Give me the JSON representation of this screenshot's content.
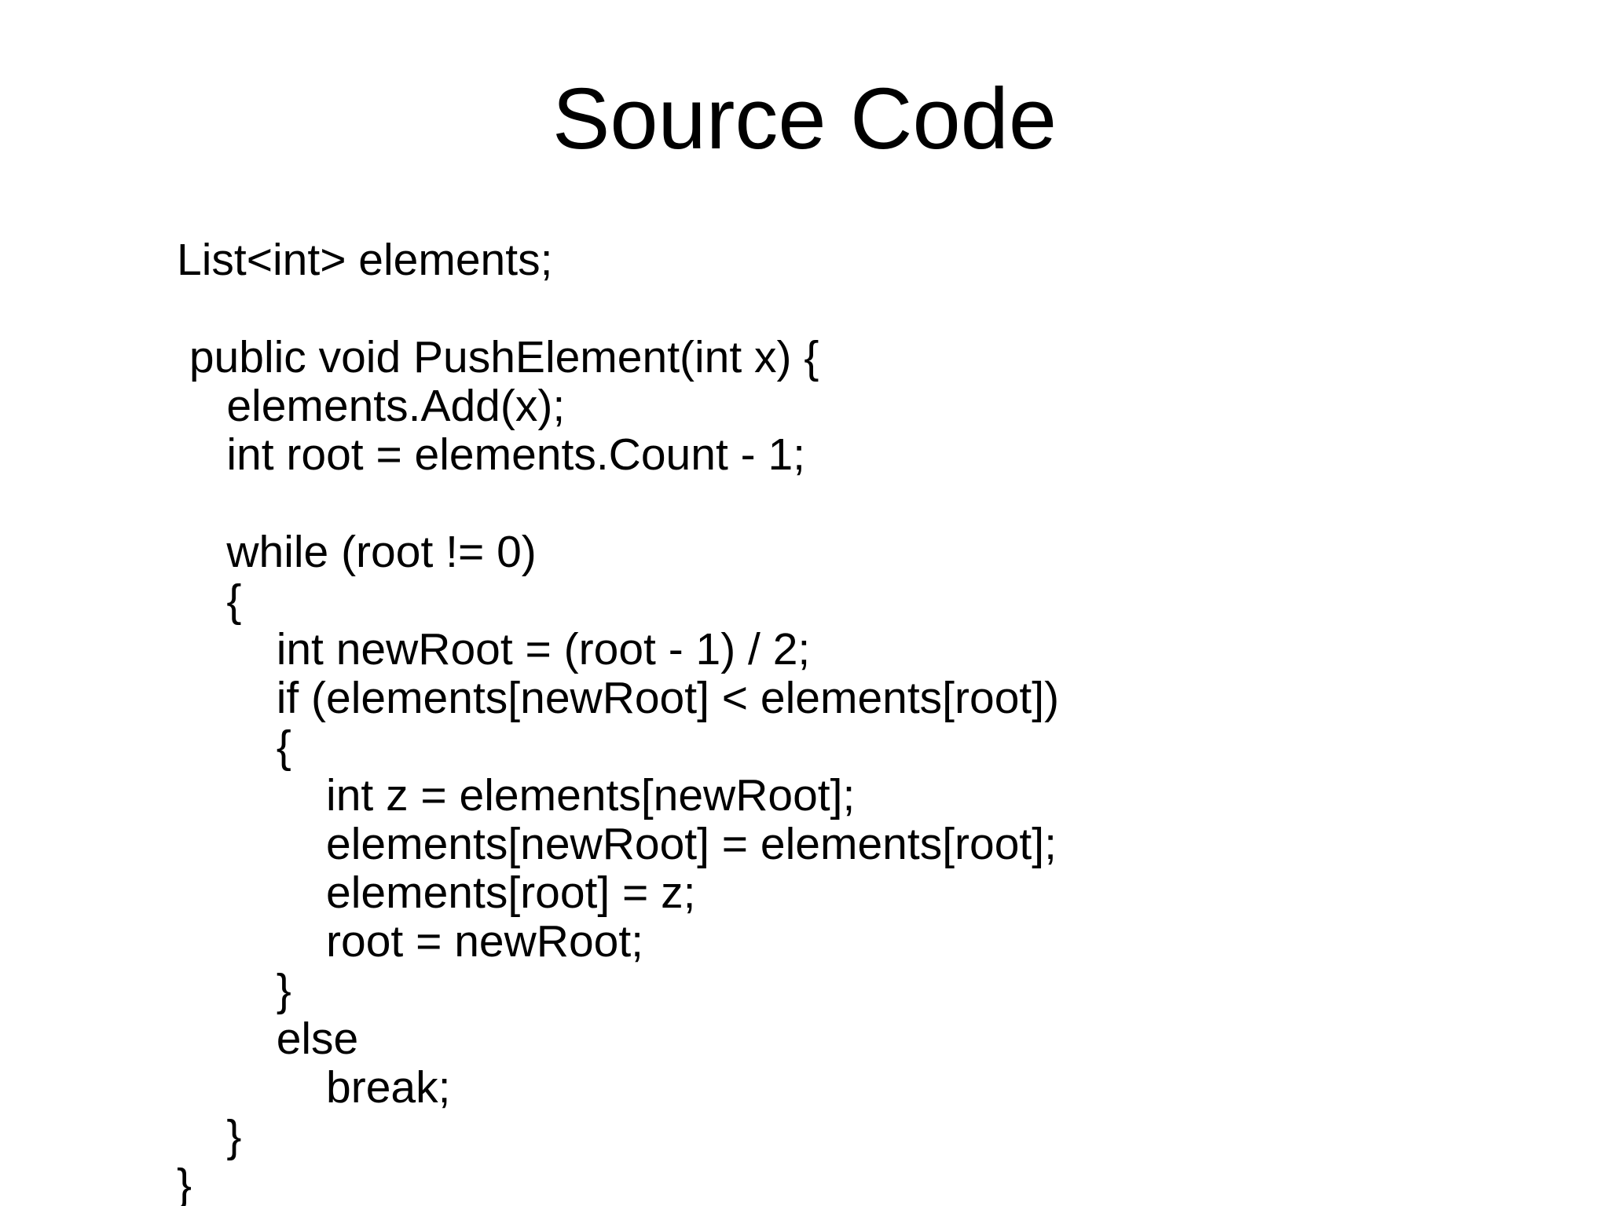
{
  "slide": {
    "title": "Source Code",
    "colors": {
      "background": "#ffffff",
      "text": "#000000"
    },
    "code": {
      "lines": [
        "List<int> elements;",
        "",
        " public void PushElement(int x) {",
        "    elements.Add(x);",
        "    int root = elements.Count - 1;",
        "",
        "    while (root != 0)",
        "    {",
        "        int newRoot = (root - 1) / 2;",
        "        if (elements[newRoot] < elements[root])",
        "        {",
        "            int z = elements[newRoot];",
        "            elements[newRoot] = elements[root];",
        "            elements[root] = z;",
        "            root = newRoot;",
        "        }",
        "        else",
        "            break;",
        "    }",
        "}"
      ]
    }
  }
}
